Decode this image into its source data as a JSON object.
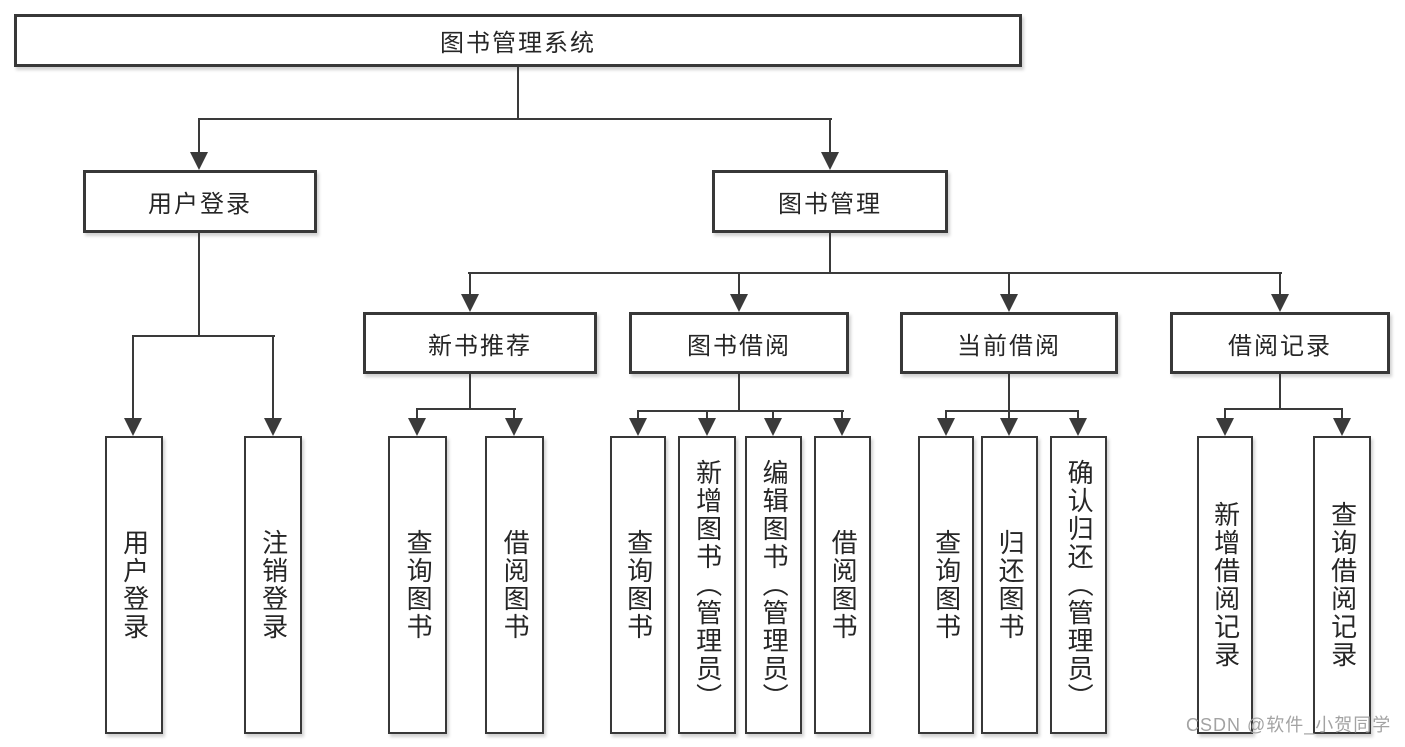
{
  "diagram_type": "hierarchical-function-structure-diagram",
  "colors": {
    "background": "#ffffff",
    "box_fill": "#ffffff",
    "box_border": "#383838",
    "line": "#3a3a3a",
    "text": "#262626",
    "watermark": "#a3a3a3"
  },
  "tree": {
    "label": "图书管理系统",
    "children": [
      {
        "label": "用户登录",
        "children": [
          {
            "label": "用户登录"
          },
          {
            "label": "注销登录"
          }
        ]
      },
      {
        "label": "图书管理",
        "children": [
          {
            "label": "新书推荐",
            "children": [
              {
                "label": "查询图书"
              },
              {
                "label": "借阅图书"
              }
            ]
          },
          {
            "label": "图书借阅",
            "children": [
              {
                "label": "查询图书"
              },
              {
                "label": "新增图书（管理员）"
              },
              {
                "label": "编辑图书（管理员）"
              },
              {
                "label": "借阅图书"
              }
            ]
          },
          {
            "label": "当前借阅",
            "children": [
              {
                "label": "查询图书"
              },
              {
                "label": "归还图书"
              },
              {
                "label": "确认归还（管理员）"
              }
            ]
          },
          {
            "label": "借阅记录",
            "children": [
              {
                "label": "新增借阅记录"
              },
              {
                "label": "查询借阅记录"
              }
            ]
          }
        ]
      }
    ]
  },
  "watermark": {
    "text": "CSDN @软件_小贺同学"
  }
}
